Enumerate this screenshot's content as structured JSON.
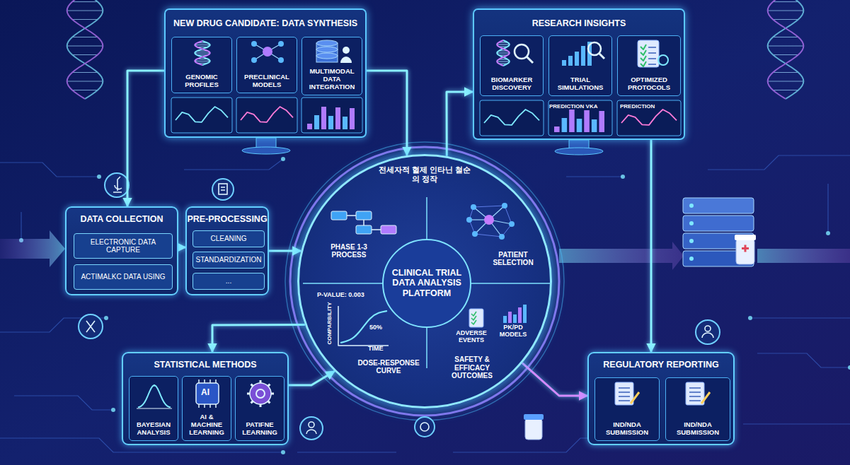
{
  "diagram": {
    "nodes": [
      {
        "text": [
          "NEW DRUG CANDIDATE: DATA SYNTHESIS"
        ]
      },
      {
        "text": [
          "GENOMIC PROFILES"
        ],
        "in": 0
      },
      {
        "text": [
          "PRECLINICAL MODELS"
        ],
        "in": 0
      },
      {
        "text": [
          "MULTIMODAL DATA INTEGRATION"
        ],
        "in": 0
      },
      {
        "text": [
          "RESEARCH INSIGHTS"
        ]
      },
      {
        "text": [
          "BIOMARKER DISCOVERY"
        ],
        "in": 4
      },
      {
        "text": [
          "TRIAL SIMULATIONS"
        ],
        "in": 4
      },
      {
        "text": [
          "OPTIMIZED PROTOCOLS"
        ],
        "in": 4
      },
      {
        "text": [
          "DATA COLLECTION"
        ]
      },
      {
        "text": [
          "ELECTRONIC DATA CAPTURE"
        ],
        "in": 8
      },
      {
        "text": [
          "ACTIMALKC DATA USING"
        ],
        "in": 8
      },
      {
        "text": [
          "PRE-PROCESSING"
        ]
      },
      {
        "text": [
          "CLEANING"
        ],
        "in": 11
      },
      {
        "text": [
          "STANDARDIZATION"
        ],
        "in": 11
      },
      {
        "text": [
          "..."
        ],
        "in": 11
      },
      {
        "text": [
          "CLINICAL TRIAL DATA ANALYSIS PLATFORM"
        ]
      },
      {
        "text": [
          "PHASE 1-3 PROCESS"
        ],
        "in": 15
      },
      {
        "text": [
          "PATIENT SELECTION"
        ],
        "in": 15
      },
      {
        "text": [
          "DOSE-RESPONSE CURVE"
        ],
        "in": 15
      },
      {
        "text": [
          "SAFETY & EFFICACY OUTCOMES"
        ],
        "in": 15
      },
      {
        "text": [
          "STATISTICAL METHODS"
        ]
      },
      {
        "text": [
          "BAYESIAN ANALYSIS"
        ],
        "in": 20
      },
      {
        "text": [
          "AI & MACHINE LEARNING"
        ],
        "in": 20
      },
      {
        "text": [
          "PATIFNE LEARNING"
        ],
        "in": 20
      },
      {
        "text": [
          "REGULATORY REPORTING"
        ]
      },
      {
        "text": [
          "IND/NDA SUBMISSION"
        ],
        "in": 24
      },
      {
        "text": [
          "IND/NDA SUBMISSION"
        ],
        "in": 24
      }
    ],
    "edges": [
      {
        "from": 8,
        "to": 11,
        "arrow": "to"
      },
      {
        "from": 11,
        "to": 15,
        "arrow": "to"
      },
      {
        "from": 0,
        "to": 15,
        "arrow": "to"
      },
      {
        "from": 15,
        "to": 4,
        "arrow": "to"
      },
      {
        "from": 0,
        "to": 8,
        "arrow": "to"
      },
      {
        "from": 15,
        "to": 20,
        "arrow": "to"
      },
      {
        "from": 20,
        "to": 15,
        "arrow": "to"
      },
      {
        "from": 15,
        "to": 24,
        "arrow": "to"
      },
      {
        "from": 4,
        "to": 24,
        "arrow": "to"
      }
    ],
    "labels": [
      "전세자적 혈제 인타닌 철순의 정작",
      "P-VALUE: 0.003",
      "COMPARBILITY",
      "TIME",
      "50%",
      "ADVERSE EVENTS",
      "PK/PD MODELS",
      "PREDICTION VKA",
      "PREDICTION",
      "AI"
    ]
  }
}
